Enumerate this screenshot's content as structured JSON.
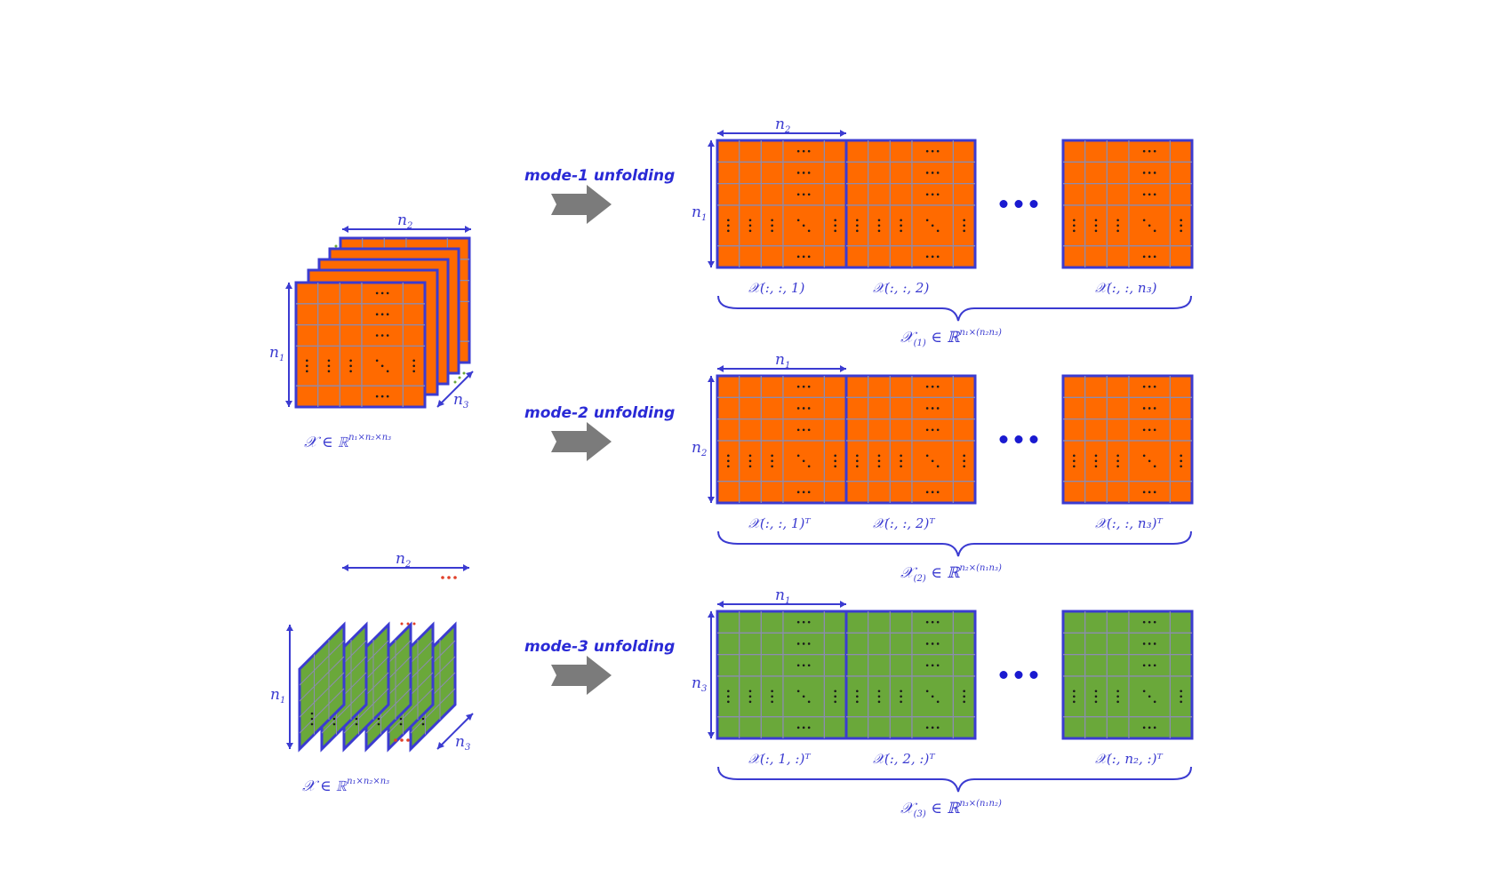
{
  "colors": {
    "orange": "#ff6a00",
    "green": "#6aa83a",
    "border": "#3b3bd1",
    "grid": "#8c8cb0",
    "arrow": "#7b7b7b",
    "text": "#2a2ad6"
  },
  "tensor": {
    "dim_labels": {
      "n1": "n",
      "n1_sub": "1",
      "n2": "n",
      "n2_sub": "2",
      "n3": "n",
      "n3_sub": "3"
    },
    "space_label": "𝒳 ∈ ℝ",
    "space_sup": "n₁×n₂×n₃"
  },
  "rows": [
    {
      "id": "mode1",
      "label": "mode-1 unfolding",
      "top_dim": "n",
      "top_dim_sub": "2",
      "side_dim": "n",
      "side_dim_sub": "1",
      "slices": [
        "𝒳(:, :, 1)",
        "𝒳(:, :, 2)",
        "𝒳(:, :, n₃)"
      ],
      "result": "𝒳(1) ∈ ℝ",
      "result_sub": "(1)",
      "result_sup": "n₁×(n₂n₃)"
    },
    {
      "id": "mode2",
      "label": "mode-2 unfolding",
      "top_dim": "n",
      "top_dim_sub": "1",
      "side_dim": "n",
      "side_dim_sub": "2",
      "slices": [
        "𝒳(:, :, 1)ᵀ",
        "𝒳(:, :, 2)ᵀ",
        "𝒳(:, :, n₃)ᵀ"
      ],
      "result": "𝒳(2) ∈ ℝ",
      "result_sub": "(2)",
      "result_sup": "n₂×(n₁n₃)"
    },
    {
      "id": "mode3",
      "label": "mode-3 unfolding",
      "top_dim": "n",
      "top_dim_sub": "1",
      "side_dim": "n",
      "side_dim_sub": "3",
      "slices": [
        "𝒳(:, 1, :)ᵀ",
        "𝒳(:, 2, :)ᵀ",
        "𝒳(:, n₂, :)ᵀ"
      ],
      "result": "𝒳(3) ∈ ℝ",
      "result_sub": "(3)",
      "result_sup": "n₃×(n₁n₂)"
    }
  ],
  "ellipsis": "• • •"
}
